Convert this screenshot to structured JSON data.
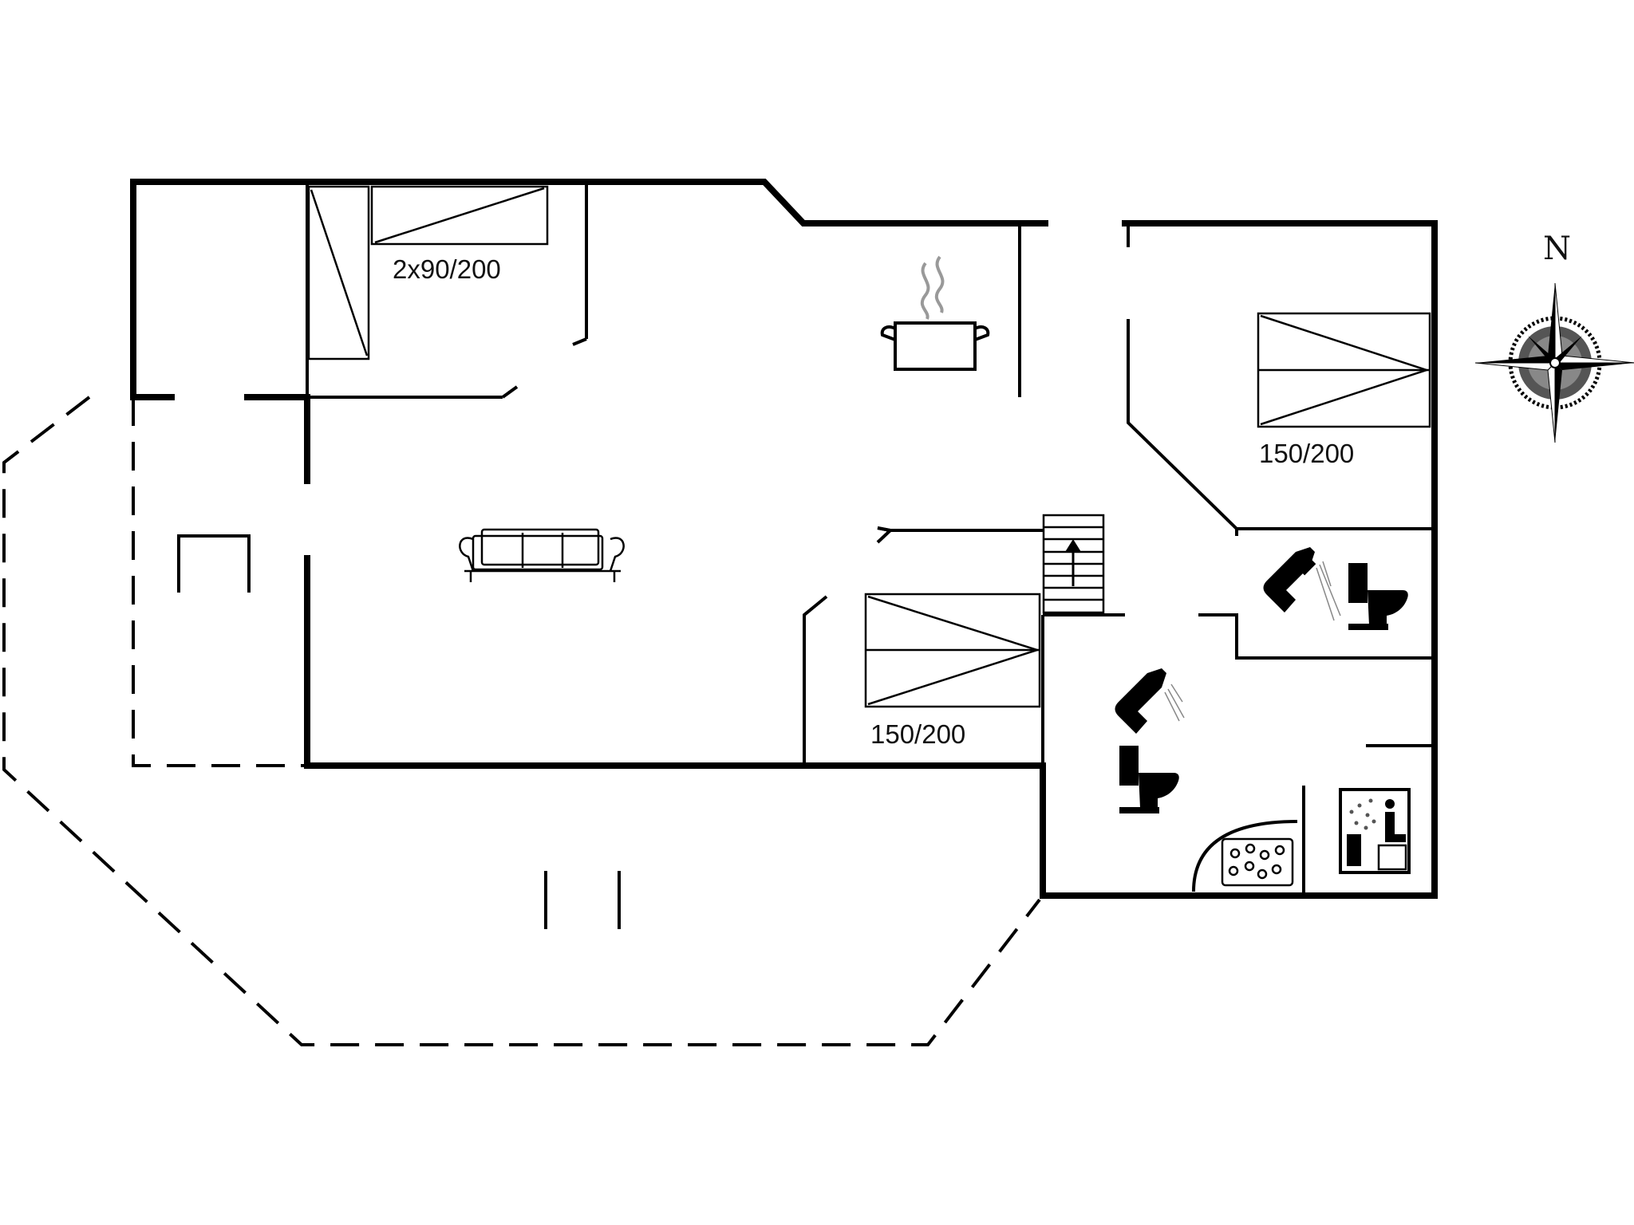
{
  "labels": {
    "bed_north": "2x90/200",
    "bed_east": "150/200",
    "bed_center": "150/200"
  },
  "compass": {
    "north_letter": "N"
  },
  "icons": [
    "cooking-pot-icon",
    "sofa-icon",
    "stairs-up-icon",
    "shower-icon",
    "toilet-icon",
    "whirlpool-icon",
    "sauna-icon",
    "compass-rose-icon"
  ],
  "colors": {
    "line": "#000000",
    "background": "#ffffff",
    "steam": "#999999"
  }
}
